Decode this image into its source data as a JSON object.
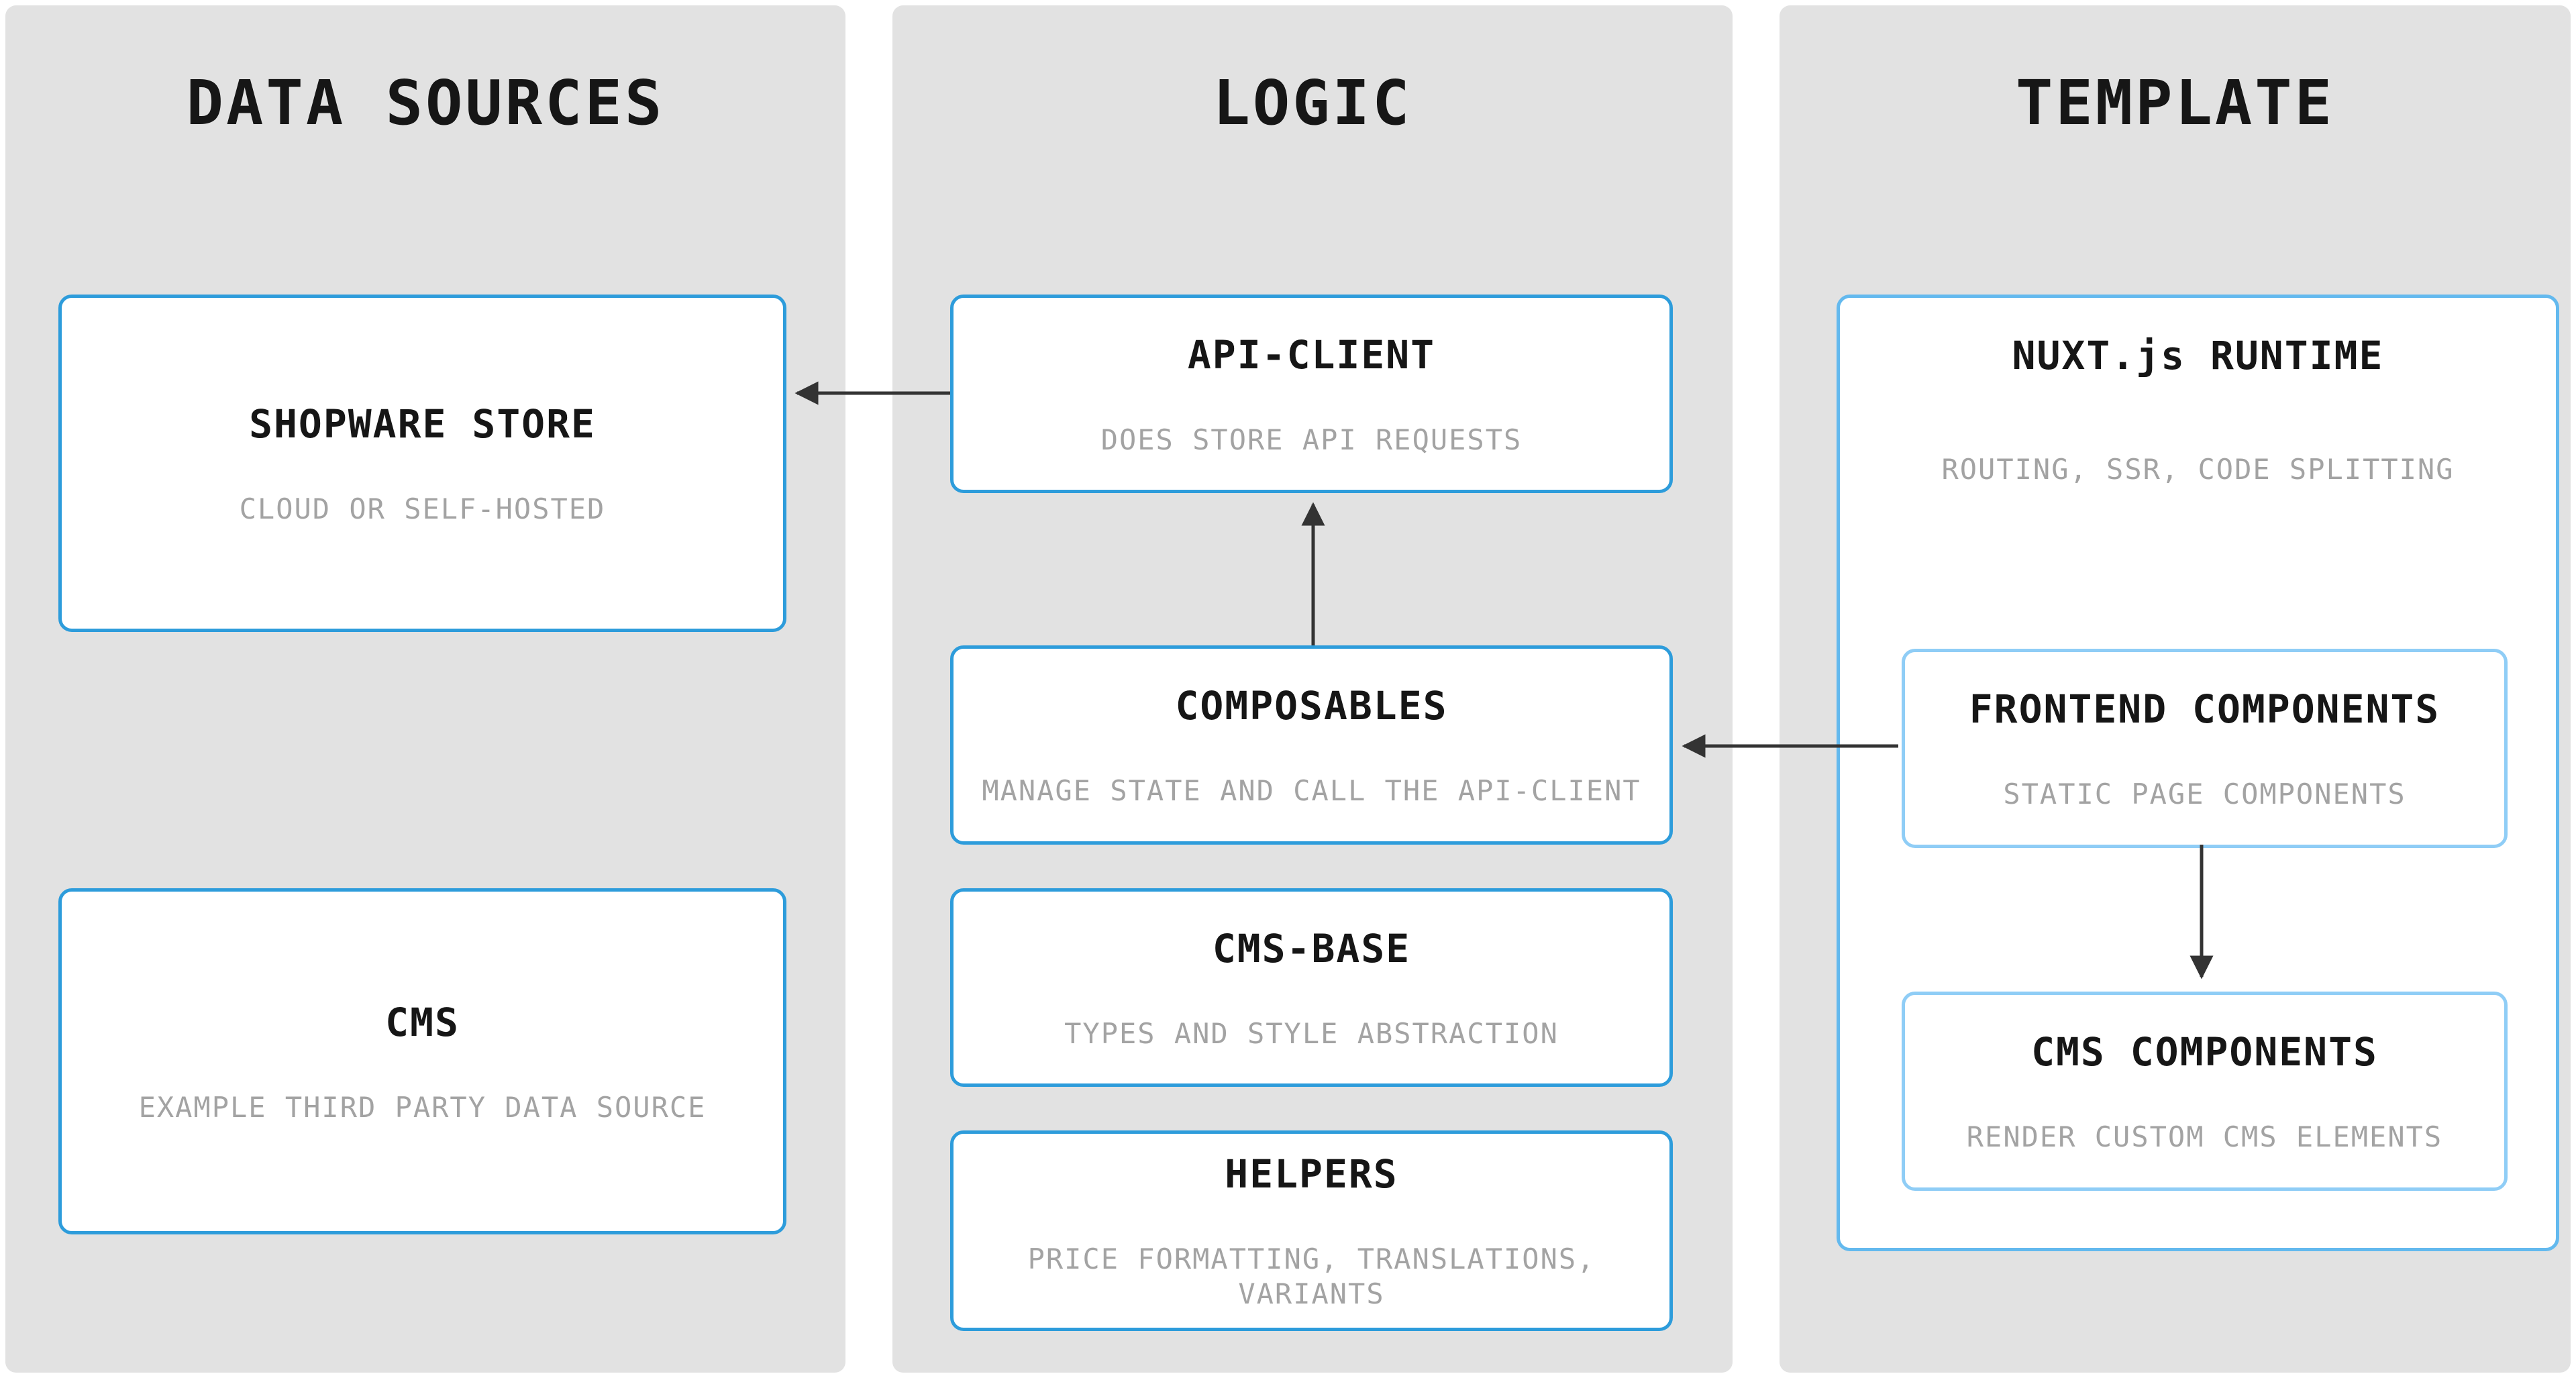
{
  "diagram": {
    "columns": [
      {
        "title": "DATA SOURCES",
        "boxes": [
          {
            "title": "SHOPWARE STORE",
            "subtitle": "CLOUD OR SELF-HOSTED"
          },
          {
            "title": "CMS",
            "subtitle": "EXAMPLE THIRD PARTY DATA SOURCE"
          }
        ]
      },
      {
        "title": "LOGIC",
        "boxes": [
          {
            "title": "API-CLIENT",
            "subtitle": "DOES STORE API REQUESTS"
          },
          {
            "title": "COMPOSABLES",
            "subtitle": "MANAGE STATE AND CALL THE API-CLIENT"
          },
          {
            "title": "CMS-BASE",
            "subtitle": "TYPES AND STYLE ABSTRACTION"
          },
          {
            "title": "HELPERS",
            "subtitle": "PRICE FORMATTING, TRANSLATIONS, VARIANTS"
          }
        ]
      },
      {
        "title": "TEMPLATE",
        "boxes": [
          {
            "title": "NUXT.js RUNTIME",
            "subtitle": "ROUTING, SSR, CODE SPLITTING"
          },
          {
            "title": "FRONTEND COMPONENTS",
            "subtitle": "STATIC PAGE COMPONENTS"
          },
          {
            "title": "CMS COMPONENTS",
            "subtitle": "RENDER CUSTOM CMS ELEMENTS"
          }
        ]
      }
    ],
    "arrows": [
      {
        "from": "API-CLIENT",
        "to": "SHOPWARE STORE",
        "direction": "left"
      },
      {
        "from": "COMPOSABLES",
        "to": "API-CLIENT",
        "direction": "up"
      },
      {
        "from": "FRONTEND COMPONENTS",
        "to": "COMPOSABLES",
        "direction": "left"
      },
      {
        "from": "FRONTEND COMPONENTS",
        "to": "CMS COMPONENTS",
        "direction": "down"
      }
    ],
    "colors": {
      "page_bg": "#ffffff",
      "column_bg": "#e2e2e2",
      "box_bg": "#ffffff",
      "box_border": "#2d9cdb",
      "outer_box_border": "#63b9ee",
      "inner_box_border": "#8fcdf6",
      "title_color": "#161616",
      "subtitle_color": "#a3a3a3",
      "arrow_color": "#333333"
    }
  }
}
